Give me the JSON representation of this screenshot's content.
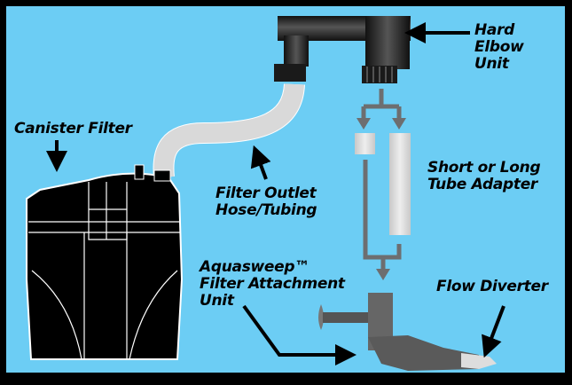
{
  "diagram": {
    "title": "Aquasweep Canister Filter Setup",
    "colors": {
      "background": "#6ccdf4",
      "border": "#000000",
      "flow_arrow": "#6d6e70",
      "tube": "#d8d8d8"
    },
    "labels": {
      "canister_filter": "Canister Filter",
      "hard_elbow": "Hard\nElbow\nUnit",
      "filter_outlet": "Filter Outlet\nHose/Tubing",
      "tube_adapter": "Short or Long\nTube Adapter",
      "aquasweep": "Aquasweep™\nFilter Attachment\nUnit",
      "flow_diverter": "Flow Diverter"
    }
  }
}
